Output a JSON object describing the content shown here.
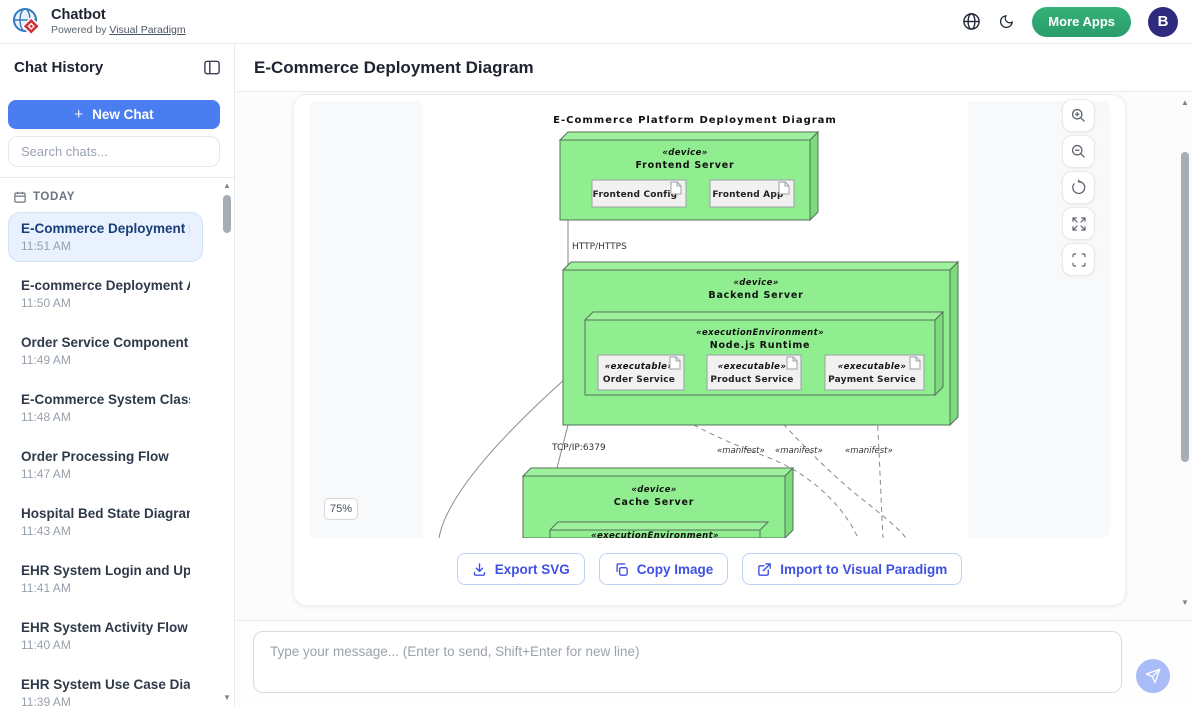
{
  "header": {
    "app_title": "Chatbot",
    "powered_by_prefix": "Powered by",
    "powered_by_link": "Visual Paradigm",
    "more_apps_label": "More Apps",
    "avatar_initial": "B"
  },
  "sidebar": {
    "title": "Chat History",
    "new_chat_label": "New Chat",
    "new_chat_plus": "+",
    "search_placeholder": "Search chats...",
    "section_label": "TODAY",
    "items": [
      {
        "title": "E-Commerce Deployment Di...",
        "time": "11:51 AM",
        "selected": true
      },
      {
        "title": "E-commerce Deployment Ar...",
        "time": "11:50 AM",
        "selected": false
      },
      {
        "title": "Order Service Component Di...",
        "time": "11:49 AM",
        "selected": false
      },
      {
        "title": "E-Commerce System Class Di...",
        "time": "11:48 AM",
        "selected": false
      },
      {
        "title": "Order Processing Flow",
        "time": "11:47 AM",
        "selected": false
      },
      {
        "title": "Hospital Bed State Diagram",
        "time": "11:43 AM",
        "selected": false
      },
      {
        "title": "EHR System Login and Upda...",
        "time": "11:41 AM",
        "selected": false
      },
      {
        "title": "EHR System Activity Flow",
        "time": "11:40 AM",
        "selected": false
      },
      {
        "title": "EHR System Use Case Diagram",
        "time": "11:39 AM",
        "selected": false
      }
    ]
  },
  "main": {
    "title": "E-Commerce Deployment Diagram",
    "zoom_level": "75%",
    "actions": {
      "export_svg": "Export SVG",
      "copy_image": "Copy Image",
      "import_vp": "Import to Visual Paradigm"
    }
  },
  "diagram": {
    "title": "E-Commerce Platform Deployment Diagram",
    "device_stereotype": "«device»",
    "ee_stereotype": "«executionEnvironment»",
    "exec_stereotype": "«executable»",
    "manifest_label": "«manifest»",
    "frontend": {
      "name": "Frontend Server",
      "artifacts": [
        "Frontend Config",
        "Frontend App"
      ]
    },
    "backend": {
      "name": "Backend Server",
      "runtime": "Node.js Runtime",
      "executables": [
        "Order Service",
        "Product Service",
        "Payment Service"
      ]
    },
    "cache": {
      "name": "Cache Server"
    },
    "connections": {
      "frontend_backend": "HTTP/HTTPS",
      "backend_cache": "TCP/IP:6379"
    }
  },
  "composer": {
    "placeholder": "Type your message... (Enter to send, Shift+Enter for new line)"
  },
  "icons": {
    "logo": "vp-globe-logo",
    "language": "globe",
    "theme": "moon",
    "collapse": "panel-left",
    "new_chat": "plus",
    "section": "calendar",
    "zoom_in": "magnifier-plus",
    "zoom_out": "magnifier-minus",
    "reset_view": "rotate-ccw",
    "expand": "arrows-out",
    "fullscreen": "corner-brackets",
    "export": "download",
    "copy": "copy",
    "import": "external-link",
    "send": "paper-plane",
    "scroll_up": "▲",
    "scroll_down": "▼"
  },
  "colors": {
    "primary_blue": "#4a7df0",
    "green_button": "#2fa874",
    "avatar_bg": "#2e2a7d",
    "selected_chat_bg": "#e8f1fd",
    "action_blue": "#3f51e3",
    "node_green": "#90ee90",
    "canvas_bg": "#f8f9fa"
  }
}
